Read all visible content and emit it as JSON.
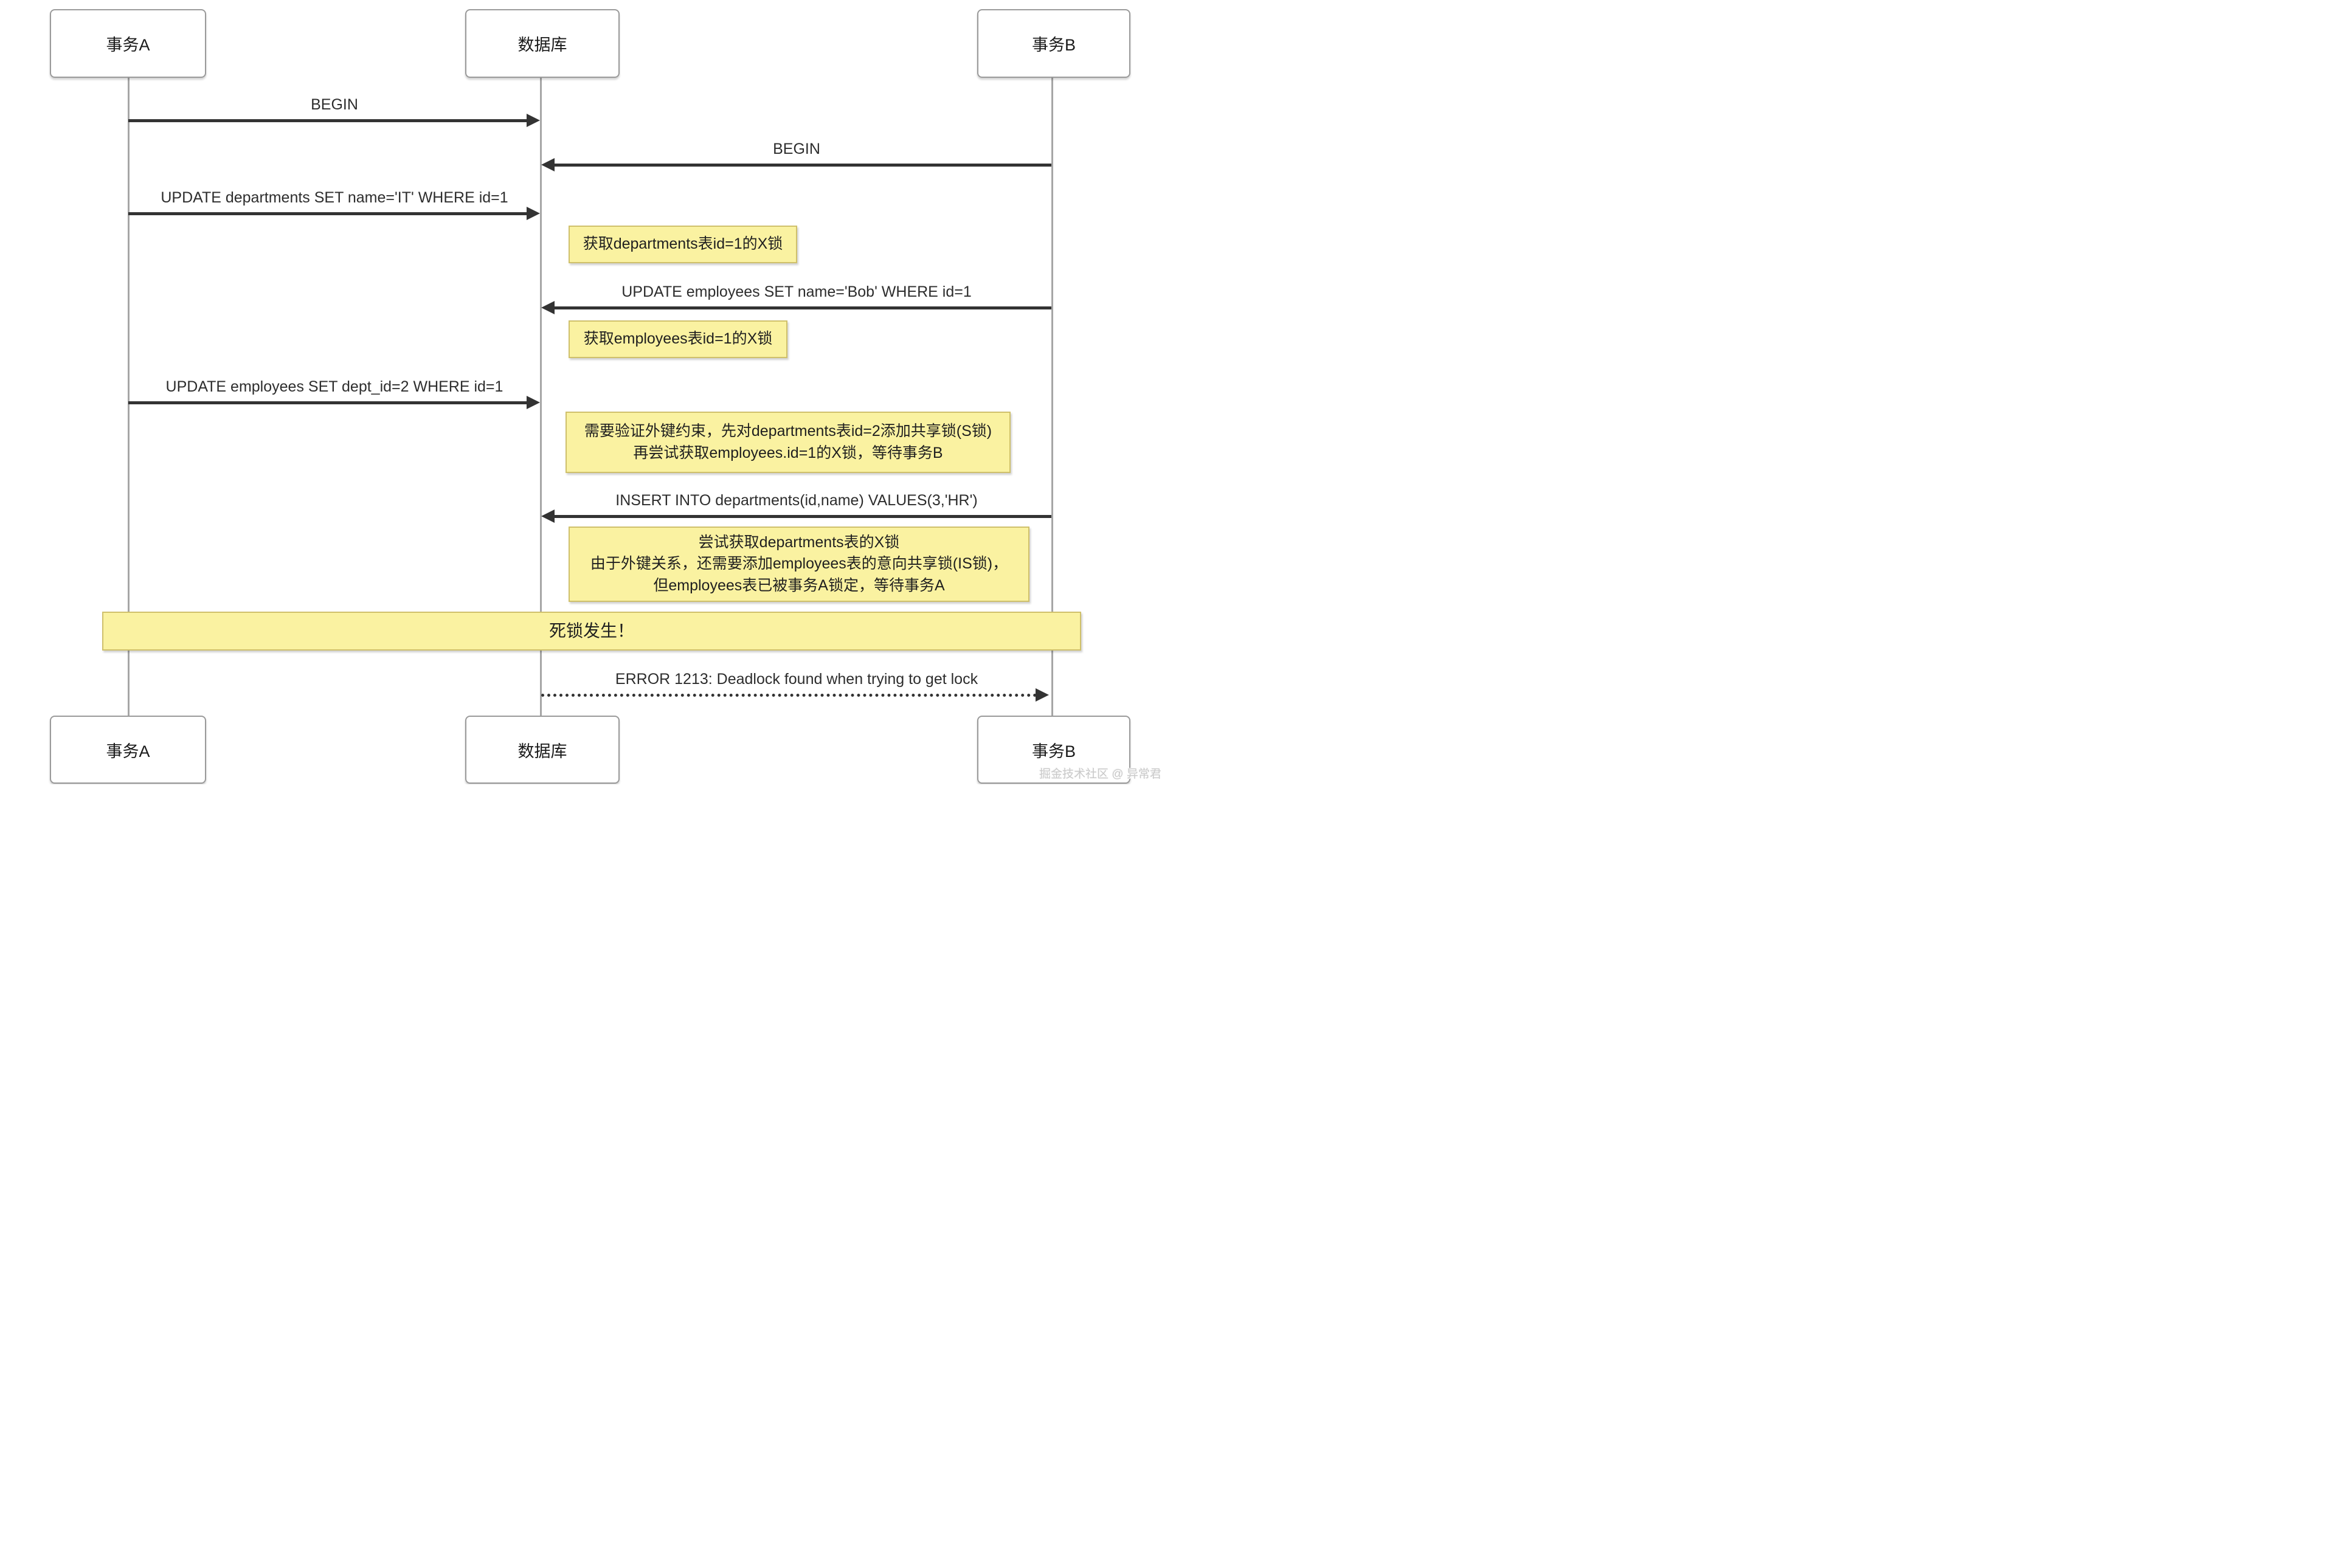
{
  "diagram": {
    "actors": [
      {
        "label": "事务A"
      },
      {
        "label": "数据库"
      },
      {
        "label": "事务B"
      }
    ],
    "messages": [
      {
        "from": "事务A",
        "to": "数据库",
        "style": "solid",
        "label": "BEGIN"
      },
      {
        "from": "事务B",
        "to": "数据库",
        "style": "solid",
        "label": "BEGIN"
      },
      {
        "from": "事务A",
        "to": "数据库",
        "style": "solid",
        "label": "UPDATE departments SET name='IT' WHERE id=1"
      },
      {
        "from": "事务B",
        "to": "数据库",
        "style": "solid",
        "label": "UPDATE employees SET name='Bob' WHERE id=1"
      },
      {
        "from": "事务A",
        "to": "数据库",
        "style": "solid",
        "label": "UPDATE employees SET dept_id=2 WHERE id=1"
      },
      {
        "from": "事务B",
        "to": "数据库",
        "style": "solid",
        "label": "INSERT INTO departments(id,name) VALUES(3,'HR')"
      },
      {
        "from": "数据库",
        "to": "事务B",
        "style": "dotted",
        "label": "ERROR 1213: Deadlock found when trying to get lock"
      }
    ],
    "notes": [
      {
        "lines": [
          "获取departments表id=1的X锁"
        ]
      },
      {
        "lines": [
          "获取employees表id=1的X锁"
        ]
      },
      {
        "lines": [
          "需要验证外键约束，先对departments表id=2添加共享锁(S锁)",
          "再尝试获取employees.id=1的X锁，等待事务B"
        ]
      },
      {
        "lines": [
          "尝试获取departments表的X锁",
          "由于外键关系，还需要添加employees表的意向共享锁(IS锁)，",
          "但employees表已被事务A锁定，等待事务A"
        ]
      }
    ],
    "banner": {
      "label": "死锁发生！"
    },
    "watermark": {
      "label": "掘金技术社区 @ 异常君"
    },
    "colors": {
      "note_fill": "#faf2a1",
      "note_border": "#cfc06b",
      "arrow": "#333333",
      "lifeline": "#a6a6a6",
      "actor_border": "#9a9a9a"
    }
  }
}
